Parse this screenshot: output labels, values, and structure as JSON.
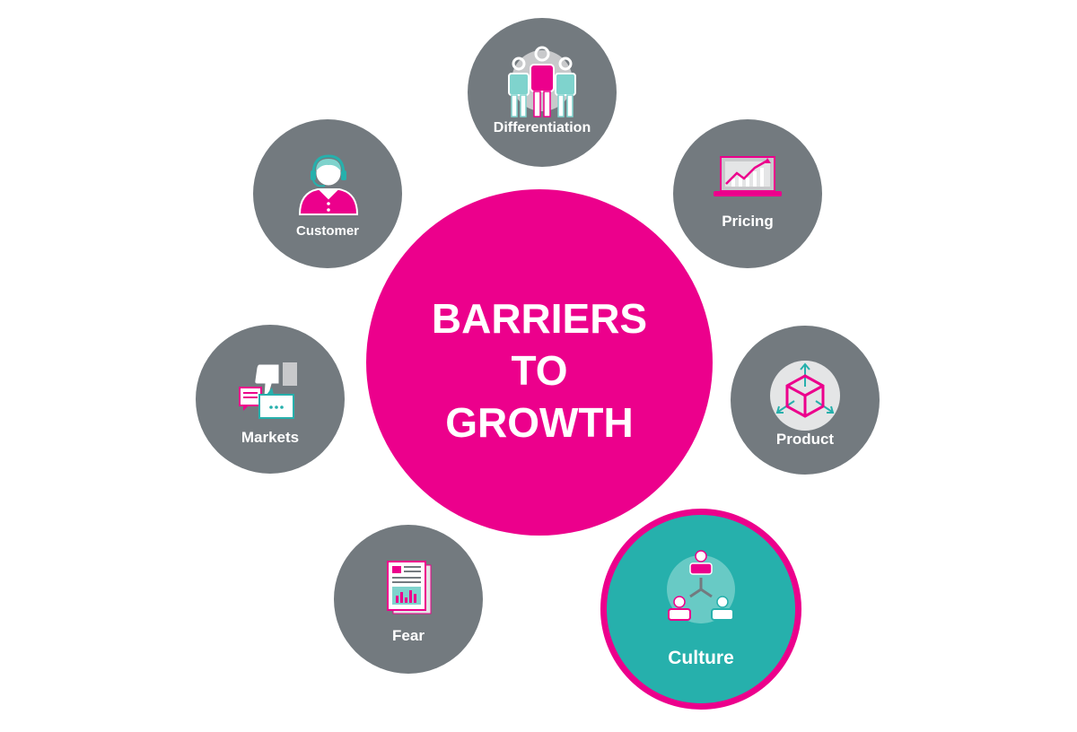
{
  "center": {
    "lines": [
      "BARRIERS",
      "TO",
      "GROWTH"
    ]
  },
  "nodes": {
    "differentiation": {
      "label": "Differentiation",
      "icon": "team-icon"
    },
    "pricing": {
      "label": "Pricing",
      "icon": "laptop-chart-icon"
    },
    "product": {
      "label": "Product",
      "icon": "cube-icon"
    },
    "culture": {
      "label": "Culture",
      "icon": "org-hierarchy-icon"
    },
    "fear": {
      "label": "Fear",
      "icon": "report-document-icon"
    },
    "markets": {
      "label": "Markets",
      "icon": "thumbs-down-chat-icon"
    },
    "customer": {
      "label": "Customer",
      "icon": "headset-agent-icon"
    }
  },
  "colors": {
    "magenta": "#ec008c",
    "gray": "#737a7f",
    "teal": "#26b0ac",
    "light_teal": "#7fd3cd",
    "light_gray": "#c8c9cb"
  }
}
